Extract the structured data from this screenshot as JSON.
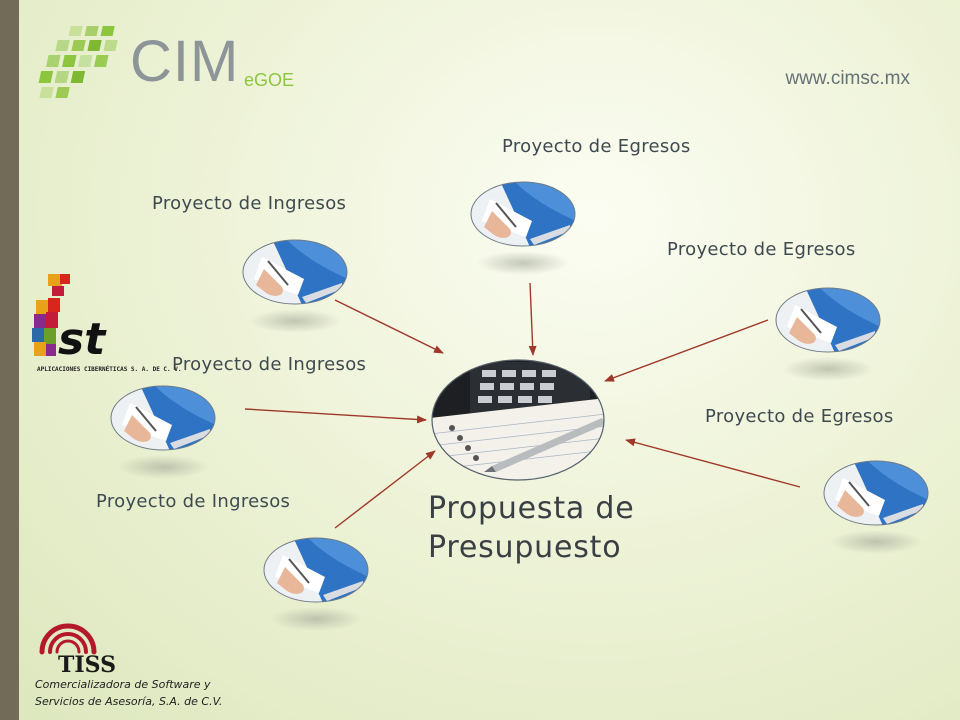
{
  "header": {
    "brand_main": "CIM",
    "brand_sub": "eGOE",
    "url": "www.cimsc.mx"
  },
  "diagram": {
    "center_label_line1": "Propuesta de",
    "center_label_line2": "Presupuesto",
    "nodes": [
      {
        "label": "Proyecto de Egresos"
      },
      {
        "label": "Proyecto de Ingresos"
      },
      {
        "label": "Proyecto de Egresos"
      },
      {
        "label": "Proyecto de Ingresos"
      },
      {
        "label": "Proyecto de Egresos"
      },
      {
        "label": "Proyecto de Ingresos"
      }
    ],
    "arrow_color": "#a0382a"
  },
  "logos": {
    "ist_text": "st",
    "ist_caption": "APLICACIONES CIBERNÉTICAS S. A. DE C. V.",
    "tiss_text": "TISS",
    "tiss_caption_line1": "Comercializadora de Software y",
    "tiss_caption_line2": "Servicios de Asesoría, S.A. de C.V."
  }
}
